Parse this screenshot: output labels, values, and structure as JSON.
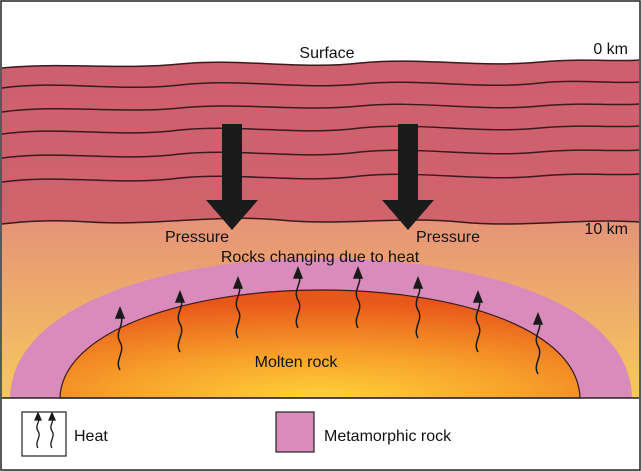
{
  "diagram": {
    "surface_label": "Surface",
    "depth_top_label": "0 km",
    "depth_bottom_label": "10 km",
    "pressure_label_left": "Pressure",
    "pressure_label_right": "Pressure",
    "metamorphic_zone_label": "Rocks changing due to heat",
    "molten_label": "Molten rock"
  },
  "legend": {
    "heat_label": "Heat",
    "metamorphic_label": "Metamorphic rock",
    "heat_icon": "wavy-heat-arrows-icon",
    "metamorphic_swatch_color": "#d98bbb"
  },
  "colors": {
    "sky": "#ffffff",
    "strata": "#cc5b6a",
    "crust_top": "#d77786",
    "crust_bottom": "#f6c85b",
    "metamorphic": "#d98bbb",
    "molten_outer": "#e8571a",
    "molten_inner": "#ffd23a",
    "arrow": "#1a1a1a"
  }
}
